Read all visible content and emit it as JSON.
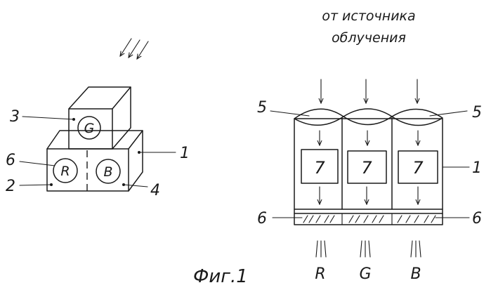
{
  "caption": "Фиг.1",
  "source_label": {
    "line1": "от источника",
    "line2": "облучения"
  },
  "left_figure": {
    "channels": [
      "G",
      "R",
      "B"
    ],
    "callouts": {
      "n1": "1",
      "n2": "2",
      "n3": "3",
      "n4": "4",
      "n6": "6"
    }
  },
  "right_figure": {
    "cell_labels": [
      "7",
      "7",
      "7"
    ],
    "output_labels": [
      "R",
      "G",
      "B"
    ],
    "callouts": {
      "n5_left": "5",
      "n5_right": "5",
      "n1": "1",
      "n6_left": "6",
      "n6_right": "6"
    }
  }
}
